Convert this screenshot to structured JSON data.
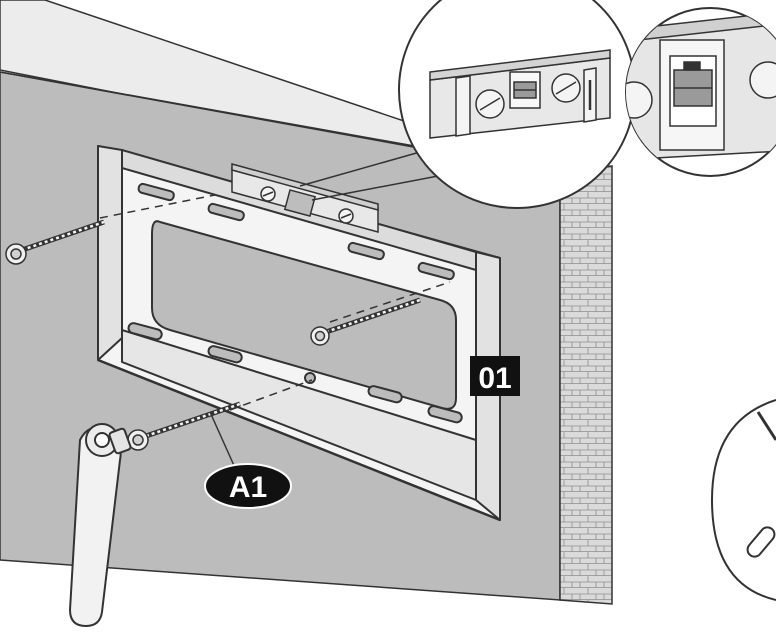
{
  "labels": {
    "step_number": "01",
    "screw_callout": "A1"
  },
  "colors": {
    "wall": "#bcbcbc",
    "wall_edge": "#a9a9a9",
    "ceiling": "#ececec",
    "brick": "#d6d6d6",
    "bracket": "#f2f2f2",
    "outline": "#333333",
    "label_bg": "#111111",
    "label_text": "#ffffff"
  },
  "icons": [
    "wall-mount-bracket",
    "bubble-level",
    "lag-screw",
    "socket-wrench",
    "magnifier-callout"
  ]
}
